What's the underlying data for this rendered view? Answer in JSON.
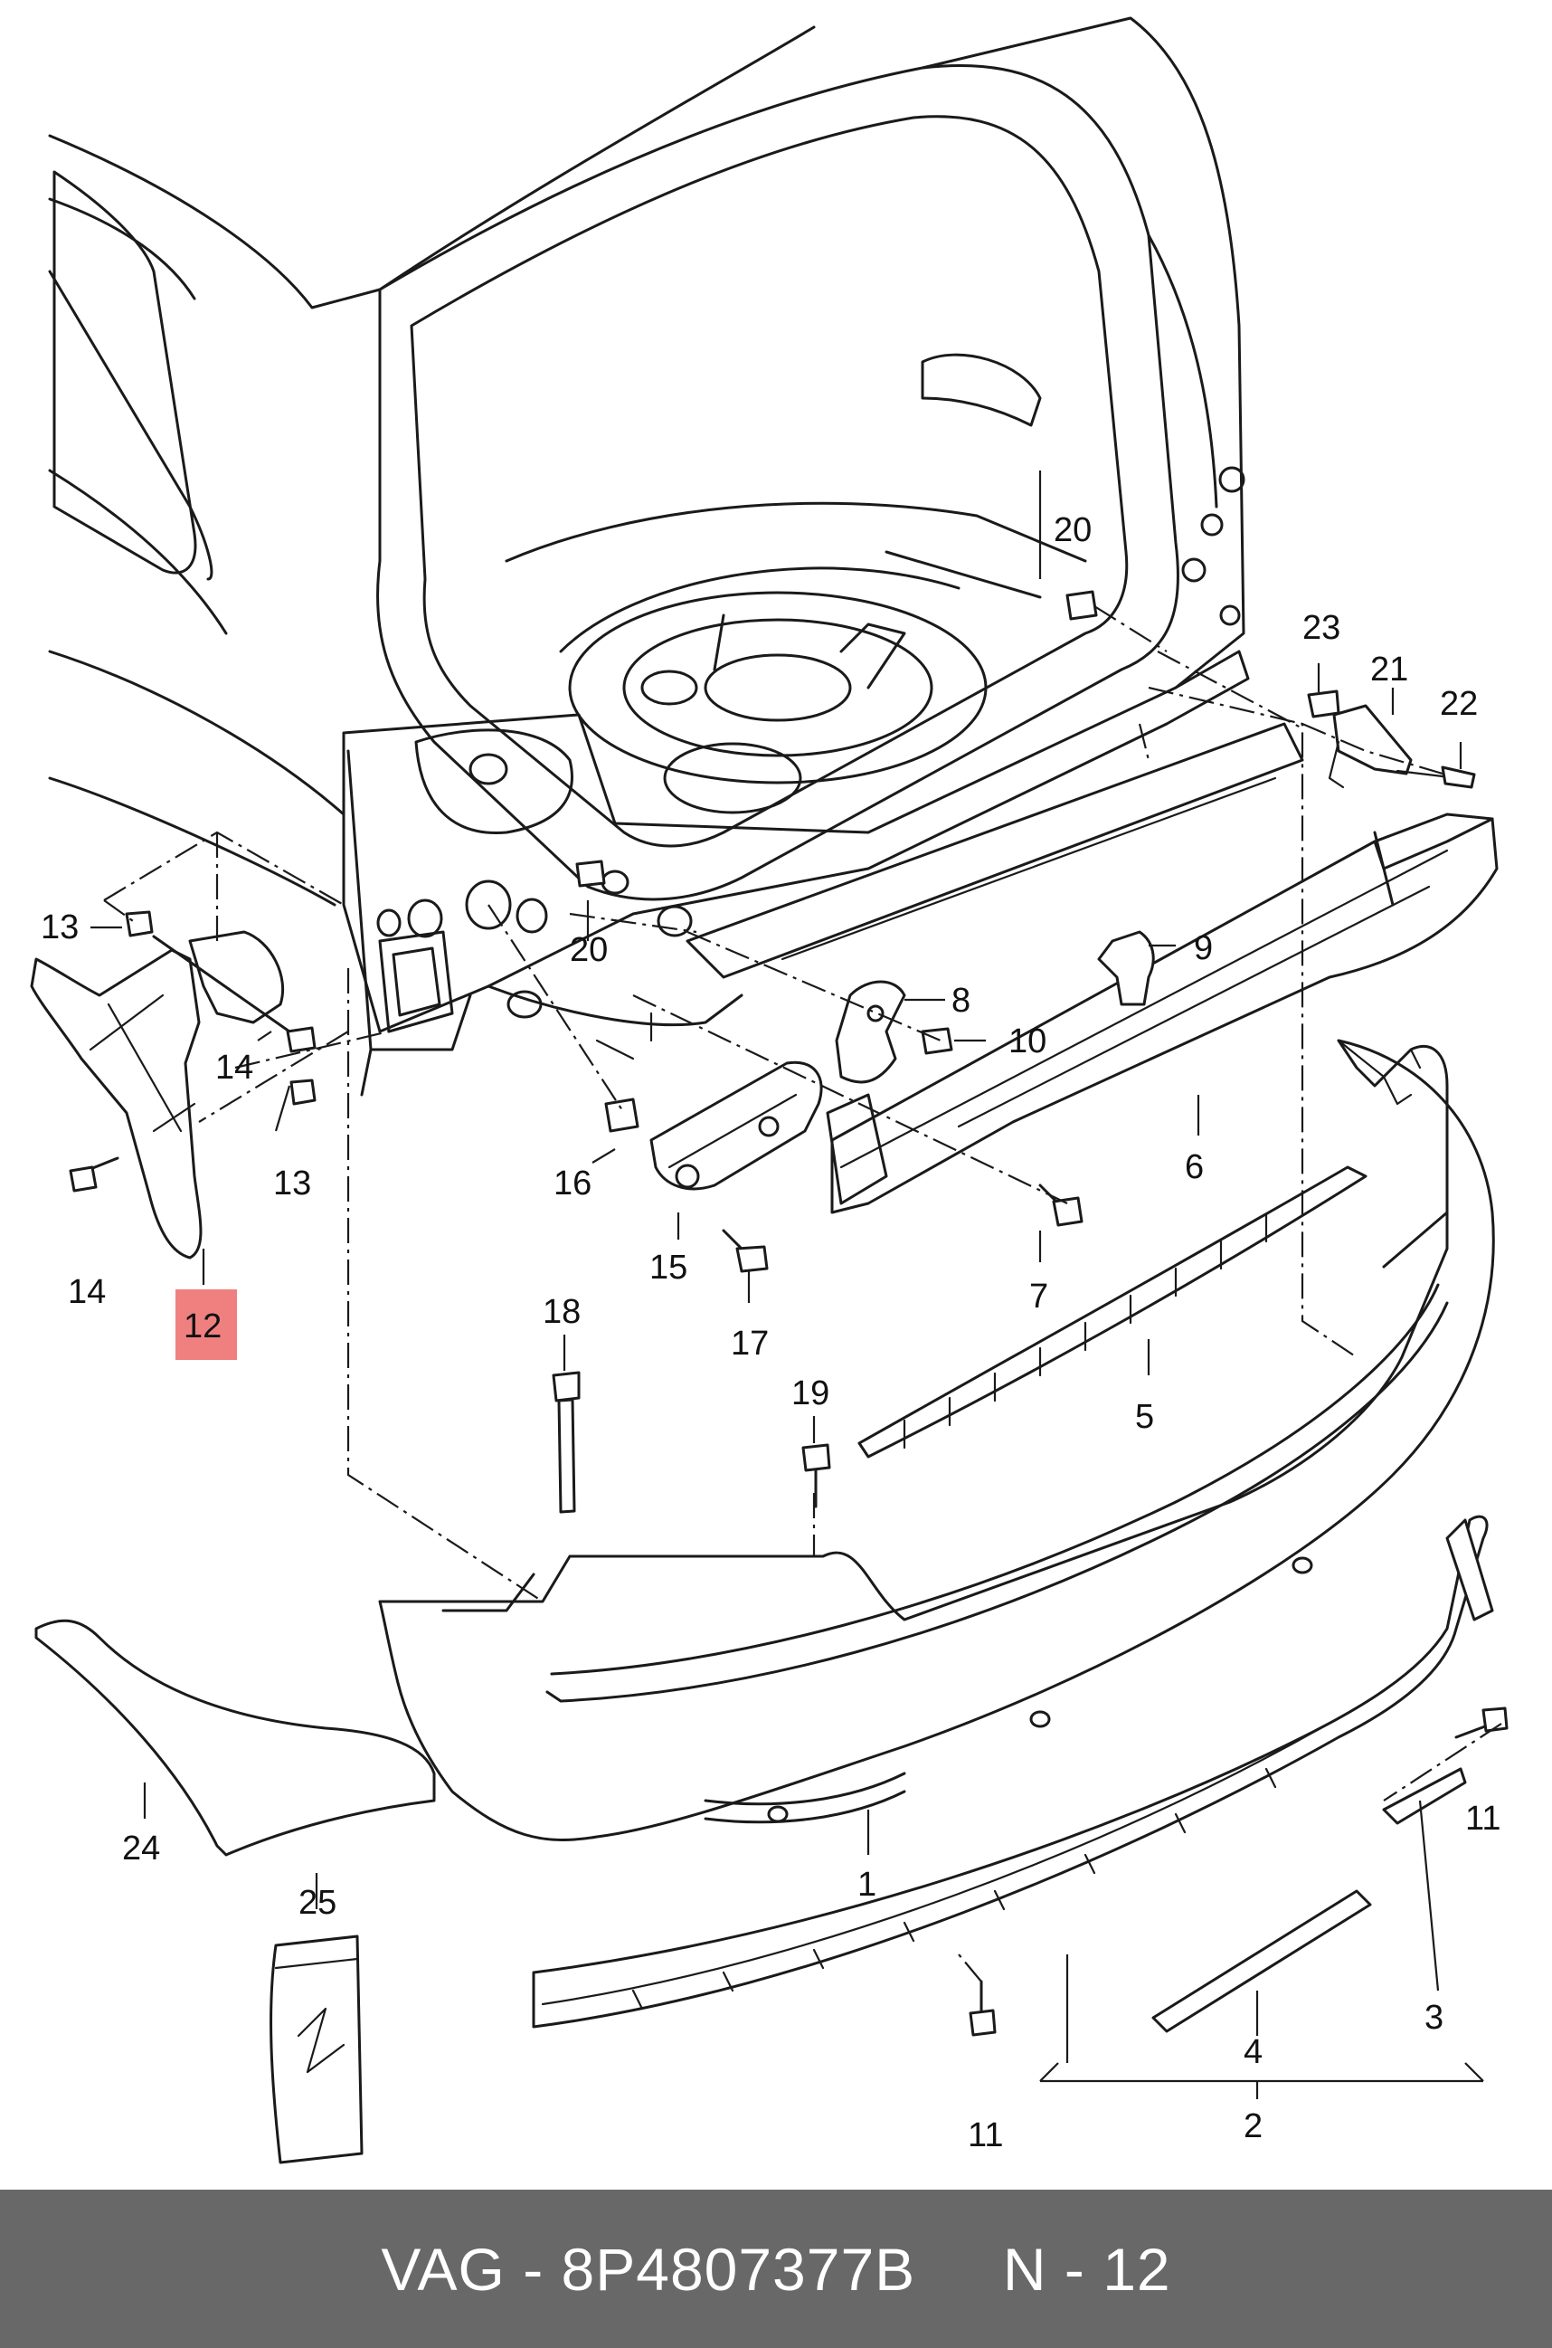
{
  "diagram": {
    "callouts": [
      "1",
      "2",
      "3",
      "4",
      "5",
      "6",
      "7",
      "8",
      "9",
      "10",
      "11",
      "11",
      "12",
      "13",
      "13",
      "14",
      "14",
      "15",
      "16",
      "17",
      "18",
      "19",
      "20",
      "20",
      "21",
      "22",
      "23",
      "24",
      "25"
    ],
    "highlight": {
      "label": "12",
      "color": "#f08080"
    }
  },
  "footer": {
    "text": "VAG - 8P4807377B     N - 12",
    "background": "#686868",
    "color": "#ffffff"
  }
}
